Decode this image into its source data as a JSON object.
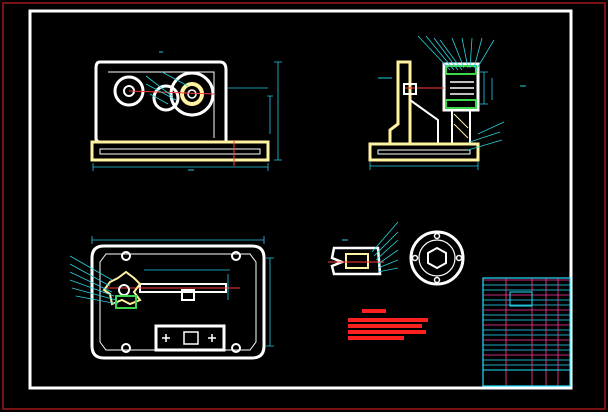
{
  "colors": {
    "background": "#000000",
    "outer_border": "#c81e1e",
    "drawing_frame": "#ffffff",
    "part_outline": "#ffffff",
    "dimension": "#23c8e6",
    "leader": "#28d2dc",
    "centerline": "#ff3b3b",
    "hatch_yellow": "#fff2a0",
    "detail_green": "#3cd84a",
    "notes_red": "#ff2020",
    "title_block_cyan": "#20e0ff",
    "title_block_magenta": "#ff3ca0"
  },
  "views": [
    {
      "id": "front-view",
      "icon": "gearbox-front-view-icon"
    },
    {
      "id": "side-view",
      "icon": "gearbox-side-view-icon"
    },
    {
      "id": "top-view",
      "icon": "gearbox-top-view-icon"
    },
    {
      "id": "detail-part-side",
      "icon": "detail-part-section-icon"
    },
    {
      "id": "detail-part-round",
      "icon": "round-flange-part-icon"
    }
  ],
  "notes_block": {
    "line_count": 4
  },
  "title_block": {
    "rows": 18
  }
}
